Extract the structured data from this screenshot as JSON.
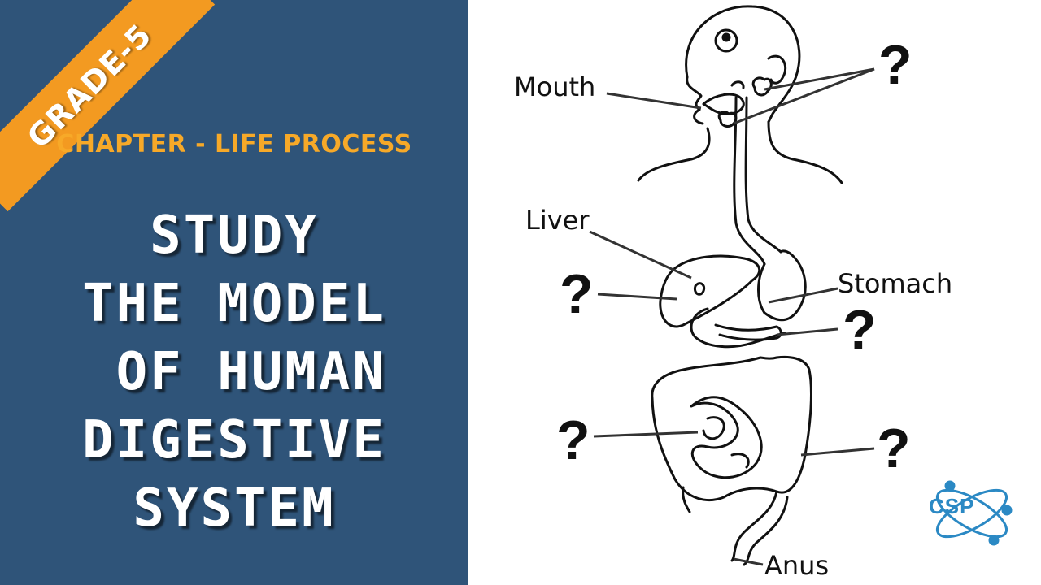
{
  "banner": {
    "grade": "GRADE-5",
    "chapter": "CHAPTER - LIFE PROCESS",
    "title_lines": [
      "STUDY",
      "THE MODEL",
      " OF HUMAN",
      "DIGESTIVE",
      "SYSTEM"
    ]
  },
  "diagram": {
    "labels": {
      "mouth": "Mouth",
      "liver": "Liver",
      "stomach": "Stomach",
      "anus": "Anus"
    },
    "unknown_marker": "?"
  },
  "logo": {
    "text": "CSP"
  },
  "colors": {
    "panel": "#2f5479",
    "ribbon": "#f39a21",
    "chapter": "#f7a928",
    "logo": "#2b89c4"
  }
}
